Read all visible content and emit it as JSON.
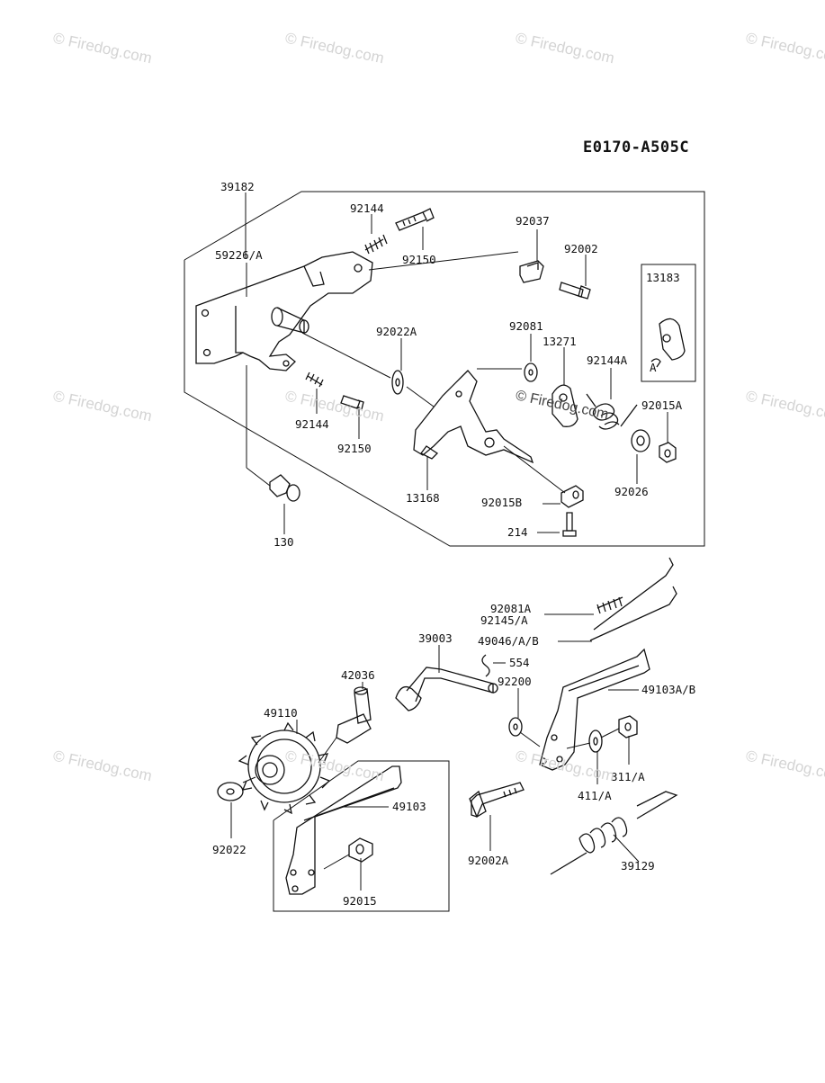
{
  "diagram": {
    "reference_code": "E0170-A505C",
    "watermark_text": "© Firedog.com",
    "inset_letter": "A",
    "part_labels": [
      "39182",
      "92144",
      "92150",
      "92037",
      "92002",
      "59226/A",
      "13183",
      "92022A",
      "92081",
      "13271",
      "92144A",
      "92015A",
      "92144",
      "92150",
      "13168",
      "92015B",
      "92026",
      "214",
      "130",
      "92081A",
      "92145/A",
      "49046/A/B",
      "39003",
      "554",
      "42036",
      "92200",
      "49110",
      "49103A/B",
      "49103",
      "311/A",
      "411/A",
      "92022",
      "92002A",
      "92015",
      "39129"
    ]
  }
}
